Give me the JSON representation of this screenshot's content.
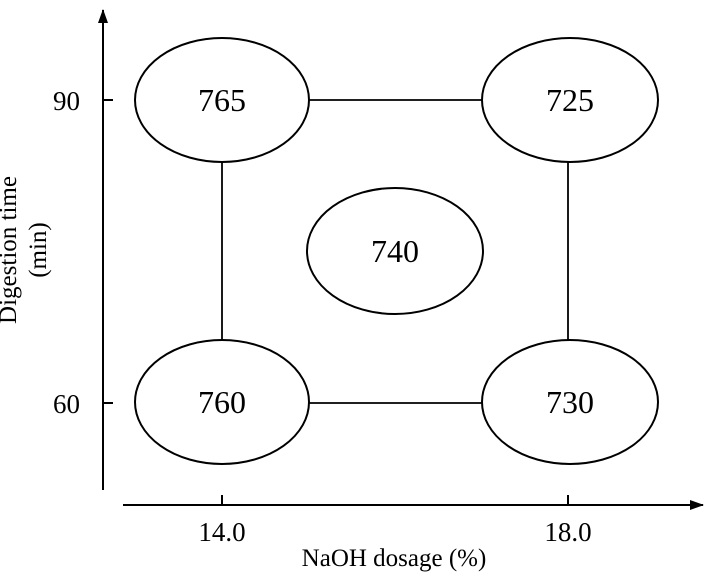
{
  "chart_data": {
    "type": "factorial-design-diagram",
    "x_axis": {
      "label": "NaOH dosage (%)",
      "ticks": [
        "14.0",
        "18.0"
      ]
    },
    "y_axis": {
      "label_line1": "Digestion time",
      "label_line2": "(min)",
      "ticks": [
        "60",
        "90"
      ]
    },
    "points": [
      {
        "naoh": "14.0",
        "time": "90",
        "value": "765"
      },
      {
        "naoh": "18.0",
        "time": "90",
        "value": "725"
      },
      {
        "naoh": "center",
        "time": "center",
        "value": "740"
      },
      {
        "naoh": "14.0",
        "time": "60",
        "value": "760"
      },
      {
        "naoh": "18.0",
        "time": "60",
        "value": "730"
      }
    ]
  }
}
